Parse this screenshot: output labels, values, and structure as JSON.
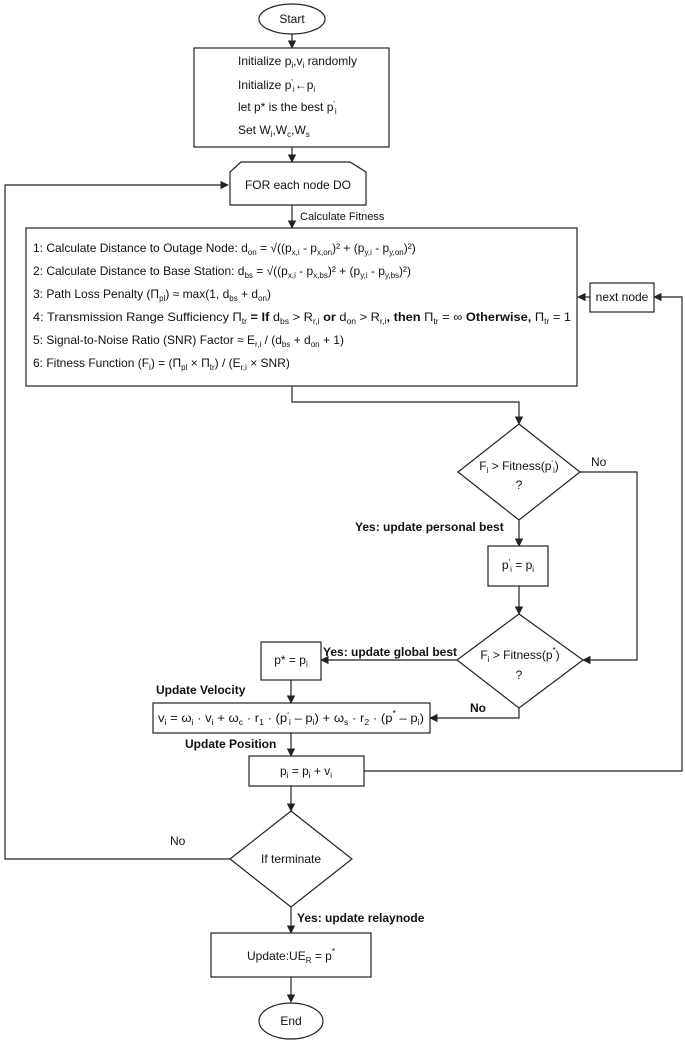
{
  "start": "Start",
  "end": "End",
  "init": {
    "line1_a": "Initialize p",
    "line1_sub1": "i",
    "line1_b": ",v",
    "line1_sub2": "i",
    "line1_c": " randomly",
    "line2_a": "Initialize p",
    "line2_sub1": "i",
    "line2_sup": "'",
    "line2_b": "←p",
    "line2_sub2": "i",
    "line3_a": "let p* is the best p",
    "line3_sub": "i",
    "line3_sup": "'",
    "line4_a": "Set W",
    "line4_sub1": "i",
    "line4_b": ",W",
    "line4_sub2": "c",
    "line4_c": ",W",
    "line4_sub3": "s"
  },
  "loop_label": "FOR each node DO",
  "calc_fitness_label": "Calculate Fitness",
  "fitness_steps": [
    "1: Calculate Distance to Outage Node: d",
    "2: Calculate Distance to Base Station: d",
    "3: Path Loss Penalty (Π",
    "4: Transmission Range Sufficiency Π",
    "5: Signal-to-Noise Ratio (SNR) Factor ≈ E",
    "6: Fitness Function (F"
  ],
  "fitness_tails": {
    "s1_sub": "on",
    "s1_rest": " = √((p",
    "s1_a": "x,i",
    "s1_b": " - p",
    "s1_c": "x,on",
    "s1_d": ")² + (p",
    "s1_e": "y,i",
    "s1_f": " - p",
    "s1_g": "y,on",
    "s1_h": ")²)",
    "s2_sub": "bs",
    "s2_rest": " = √((p",
    "s2_a": "x,i",
    "s2_b": " - p",
    "s2_c": "x,bs",
    "s2_d": ")² + (p",
    "s2_e": "y,i",
    "s2_f": " - p",
    "s2_g": "y,bs",
    "s2_h": ")²)",
    "s3_sub": "pl",
    "s3_rest": ") ≈ max(1, d",
    "s3_a": "bs",
    "s3_b": " + d",
    "s3_c": "on",
    "s3_d": ")",
    "s4_sub": "tr",
    "s4_if": " = If ",
    "s4_a": "d",
    "s4_b": "bs",
    "s4_c": " > R",
    "s4_d": "r,i",
    "s4_or": " or ",
    "s4_e": "d",
    "s4_f": "on",
    "s4_g": " > R",
    "s4_h": "r,i",
    "s4_then": ", then ",
    "s4_i": "Π",
    "s4_j": "tr",
    "s4_k": " = ∞ ",
    "s4_otherwise": "Otherwise, ",
    "s4_l": "Π",
    "s4_m": "tr",
    "s4_n": " = 1",
    "s5_sub": "r,i",
    "s5_rest": " / (d",
    "s5_a": "bs",
    "s5_b": " + d",
    "s5_c": "on",
    "s5_d": " + 1)",
    "s6_sub": "i",
    "s6_rest": ") = (Π",
    "s6_a": "pl",
    "s6_b": " × Π",
    "s6_c": "tr",
    "s6_d": ") / (E",
    "s6_e": "r,i",
    "s6_f": " × SNR)"
  },
  "next_node": "next node",
  "decision1": {
    "a": "F",
    "sub": "i",
    "b": " > Fitness(p",
    "sub2": "i",
    "sup": "'",
    "c": ")",
    "q": "?"
  },
  "no1": "No",
  "yes_personal": "Yes: update personal best",
  "personal_update": {
    "a": "p",
    "sup": "'",
    "sub": "i",
    "b": " = p",
    "sub2": "i"
  },
  "decision2": {
    "a": "F",
    "sub": "i",
    "b": " > Fitness(p",
    "sup": "*",
    "c": ")",
    "q": "?"
  },
  "yes_global": "Yes: update global best",
  "global_update": {
    "a": "p* = p",
    "sub": "i"
  },
  "update_velocity": "Update Velocity",
  "velocity_eq": {
    "a": "v",
    "a_sub": "i",
    "b": " = ω",
    "b_sub": "i",
    "c": " · v",
    "c_sub": "i",
    "d": " + ω",
    "d_sub": "c",
    "e": " · r",
    "e_sub": "1",
    "f": " · (p",
    "f_sup": "'",
    "f_sub": "i",
    "g": " – p",
    "g_sub": "i",
    "h": ") + ω",
    "h_sub": "s",
    "i": " · r",
    "i_sub": "2",
    "j": " · (p",
    "j_sup": "*",
    "k": " – p",
    "k_sub": "i",
    "l": ")"
  },
  "no2": "No",
  "update_position": "Update Position",
  "position_eq": {
    "a": "p",
    "a_sub": "i",
    "b": " = p",
    "b_sub": "i",
    "c": " + v",
    "c_sub": "i"
  },
  "no3": "No",
  "terminate": "If terminate",
  "yes_relay": "Yes: update relaynode",
  "final_update": {
    "a": "Update:UE",
    "sub": "R",
    "b": " = p",
    "sup": "*"
  }
}
